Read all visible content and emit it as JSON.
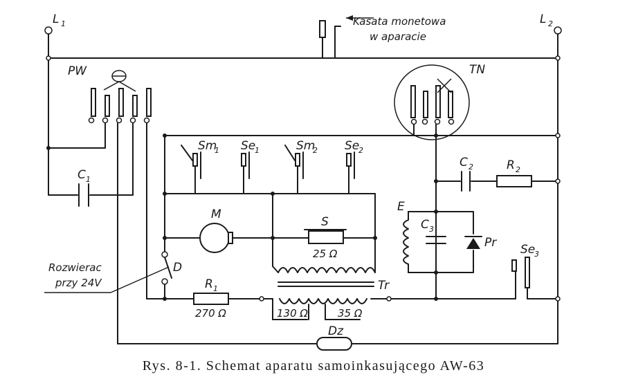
{
  "labels": {
    "L1": "L",
    "L1_sub": "1",
    "L2": "L",
    "L2_sub": "2",
    "PW": "PW",
    "TN": "TN",
    "C1": "C",
    "C1_sub": "1",
    "C2": "C",
    "C2_sub": "2",
    "C3": "C",
    "C3_sub": "3",
    "R1": "R",
    "R1_sub": "1",
    "R2": "R",
    "R2_sub": "2",
    "R1_value": "270 Ω",
    "Sm1": "Sm",
    "Sm1_sub": "1",
    "Se1": "Se",
    "Se1_sub": "1",
    "Sm2": "Sm",
    "Sm2_sub": "2",
    "Se2": "Se",
    "Se2_sub": "2",
    "Se3": "Se",
    "Se3_sub": "3",
    "M": "M",
    "S": "S",
    "S_value": "25 Ω",
    "E": "E",
    "Pr": "Pr",
    "Tr": "Tr",
    "Tr_left_value": "130 Ω",
    "Tr_right_value": "35 Ω",
    "D": "D",
    "Dz": "Dz",
    "kasata_line1": "Kasata monetowa",
    "kasata_line2": "w aparacie",
    "rozwierac_line1": "Rozwierac",
    "rozwierac_line2": "przy 24V"
  },
  "caption": "Rys. 8-1. Schemat aparatu samoinkasującego AW-63"
}
